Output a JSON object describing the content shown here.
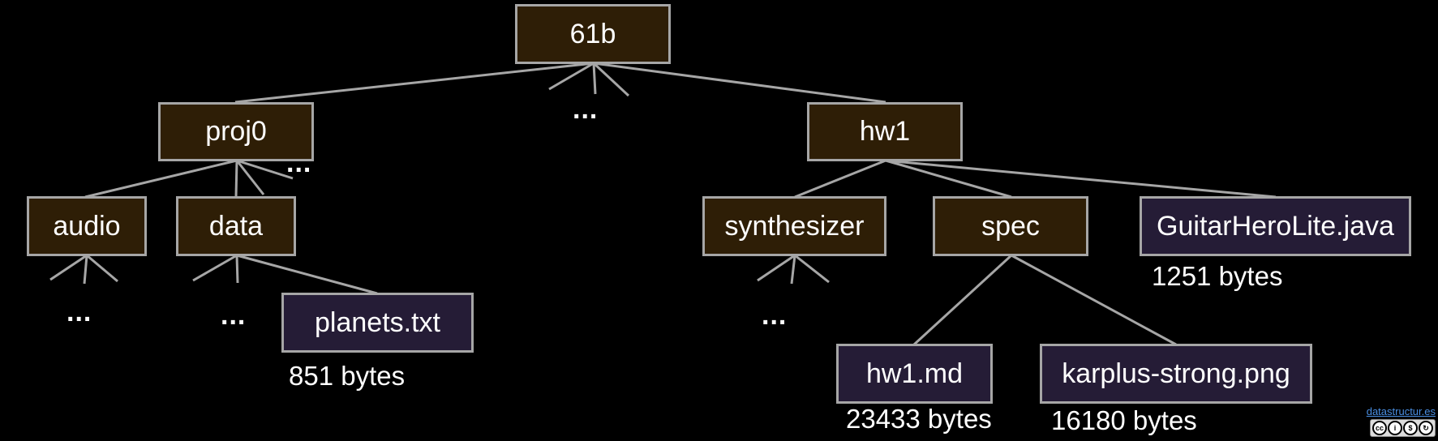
{
  "nodes": {
    "root": "61b",
    "proj0": "proj0",
    "hw1": "hw1",
    "audio": "audio",
    "data": "data",
    "synthesizer": "synthesizer",
    "spec": "spec",
    "guitar": "GuitarHeroLite.java",
    "planets": "planets.txt",
    "hw1md": "hw1.md",
    "karplus": "karplus-strong.png"
  },
  "sizes": {
    "guitar": "1251 bytes",
    "planets": "851 bytes",
    "hw1md": "23433 bytes",
    "karplus": "16180 bytes"
  },
  "ellipsis": "...",
  "credit": {
    "link_text": "datastructur.es",
    "license_icon": "cc-by-nc-sa-icon"
  },
  "colors": {
    "background": "#000000",
    "folder_fill": "#2e1e06",
    "file_fill": "#251c36",
    "border": "#a6a6a6",
    "edge": "#a6a6a6",
    "text": "#ffffff"
  }
}
